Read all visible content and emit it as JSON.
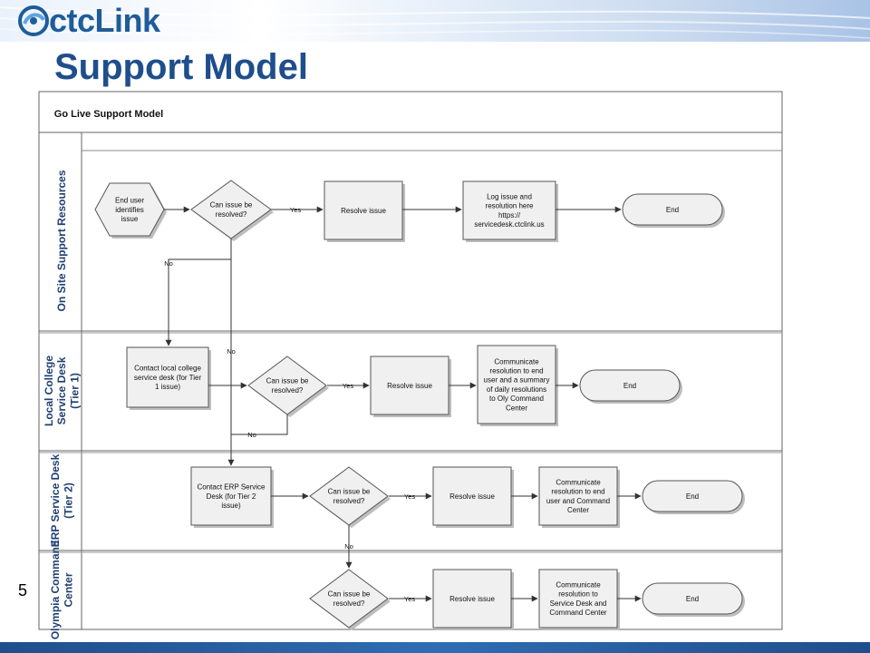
{
  "header": {
    "brand_logo": "ctcLink",
    "slide_title": "Support Model",
    "page_number": "5"
  },
  "diagram": {
    "title": "Go Live Support Model",
    "lanes": [
      "On Site Support Resources",
      "Local College Service Desk (Tier 1)",
      "ERP Service Desk (Tier 2)",
      "Olympia Command Center"
    ],
    "nodes": {
      "onsite_start": "End user identifies issue",
      "onsite_decision": "Can issue be resolved?",
      "onsite_resolve": "Resolve issue",
      "onsite_log": "Log issue and resolution here https:// servicedesk.ctclink.us",
      "onsite_end": "End",
      "tier1_contact": "Contact local college service desk (for Tier 1 issue)",
      "tier1_decision": "Can issue be resolved?",
      "tier1_resolve": "Resolve issue",
      "tier1_communicate": "Communicate resolution to end user and a summary of daily resolutions to Oly Command Center",
      "tier1_end": "End",
      "tier2_contact": "Contact ERP Service Desk (for Tier 2 issue)",
      "tier2_decision": "Can issue be resolved?",
      "tier2_resolve": "Resolve issue",
      "tier2_communicate": "Communicate resolution to end user and Command Center",
      "tier2_end": "End",
      "occ_decision": "Can issue be resolved?",
      "occ_resolve": "Resolve issue",
      "occ_communicate": "Communicate resolution to Service Desk and Command Center",
      "occ_end": "End"
    },
    "edge_labels": {
      "yes": "Yes",
      "no": "No"
    }
  },
  "colors": {
    "title_blue": "#1f4e8c",
    "brand_blue": "#1f5c99",
    "node_fill": "#f0f0f0",
    "node_stroke": "#555555",
    "bottom_bar": "#1f4e8c"
  }
}
